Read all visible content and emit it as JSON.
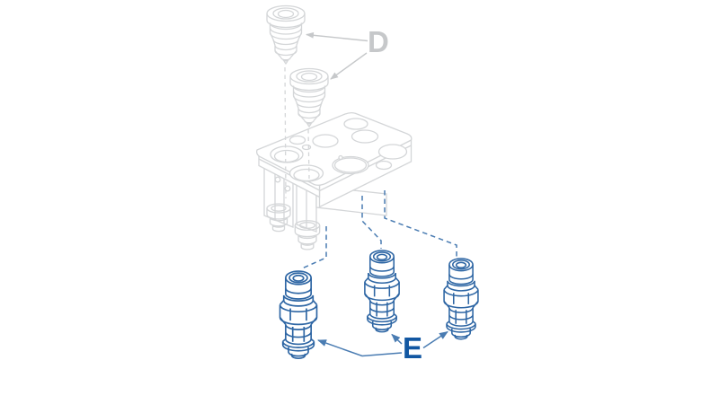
{
  "diagram": {
    "kind": "exploded-assembly-diagram",
    "callouts": {
      "d": {
        "text": "D",
        "target_count": 2
      },
      "e": {
        "text": "E",
        "target_count": 3
      }
    },
    "parts": {
      "couplings_d": [
        "coupling-plug-top",
        "coupling-plug-lower"
      ],
      "manifold": "manifold-block",
      "valves_e": [
        "cartridge-valve-left",
        "cartridge-valve-middle",
        "cartridge-valve-right"
      ]
    }
  },
  "colors": {
    "background": "#ffffff",
    "ghost-gray": "#d4d6d8",
    "label-gray": "#c6c8ca",
    "part-blue": "#2e66a4",
    "dash-blue": "#4a7cb2",
    "label-blue": "#1257a2"
  }
}
